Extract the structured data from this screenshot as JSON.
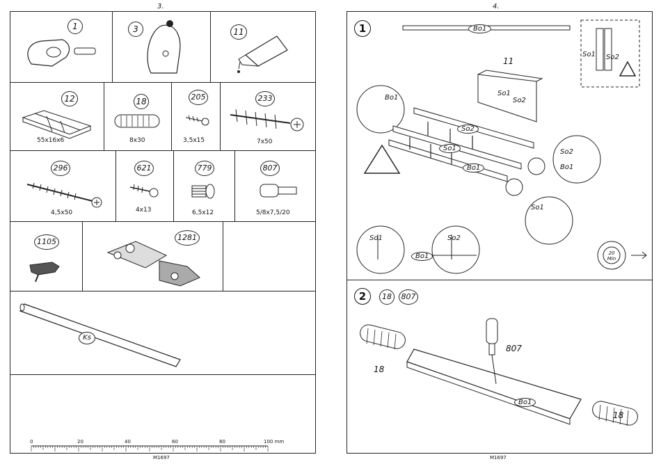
{
  "left_page": {
    "page_number": "3.",
    "code": "M1697",
    "parts": [
      {
        "id": "1",
        "size": ""
      },
      {
        "id": "3",
        "size": ""
      },
      {
        "id": "11",
        "size": ""
      },
      {
        "id": "12",
        "size": "55x16x6"
      },
      {
        "id": "18",
        "size": "8x30"
      },
      {
        "id": "205",
        "size": "3,5x15"
      },
      {
        "id": "233",
        "size": "7x50"
      },
      {
        "id": "296",
        "size": "4,5x50"
      },
      {
        "id": "621",
        "size": "4x13"
      },
      {
        "id": "779",
        "size": "6,5x12"
      },
      {
        "id": "807",
        "size": "5/8x7,5/20"
      },
      {
        "id": "1105",
        "size": ""
      },
      {
        "id": "1281",
        "size": ""
      }
    ],
    "rod_label": "Ks",
    "ruler": {
      "ticks": [
        "0",
        "20",
        "40",
        "60",
        "80",
        "100 mm"
      ]
    }
  },
  "right_page": {
    "page_number": "4.",
    "code": "M1697",
    "step1": {
      "number": "1",
      "glue_part": "11",
      "rail": "Bo1",
      "board1": "So1",
      "board2": "So2",
      "timer": "20 Min"
    },
    "step2": {
      "number": "2",
      "parts": [
        "18",
        "807"
      ],
      "dowel_label": "18",
      "cam_label": "807",
      "rail": "Bo1"
    }
  }
}
